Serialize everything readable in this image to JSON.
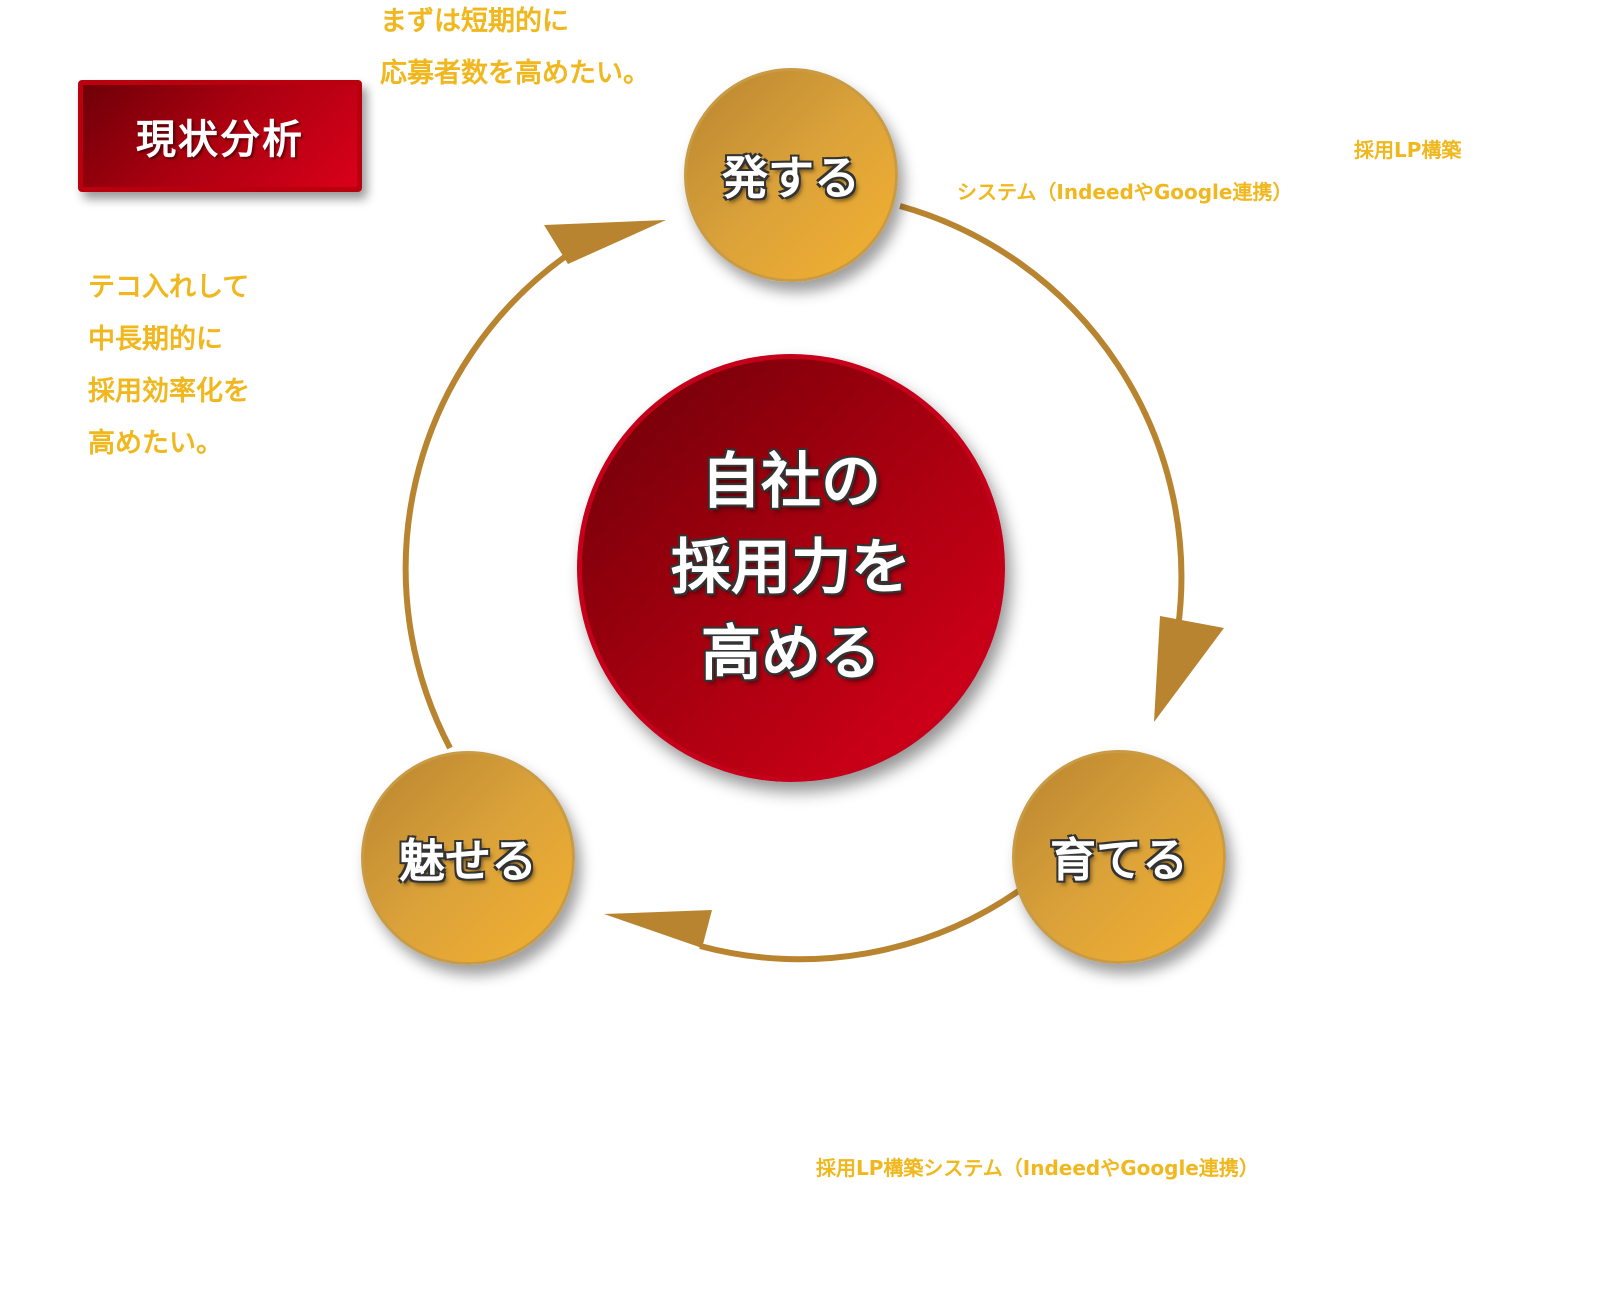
{
  "notes": {
    "top_center": [
      "まずは短期的に",
      "応募者数を高めたい。"
    ],
    "left": [
      "テコ入れして",
      "中長期的に",
      "採用効率化を",
      "高めたい。"
    ],
    "right_top": "採用LP構築",
    "right_system": "システム（IndeedやGoogle連携）",
    "bottom": "採用LP構築システム（IndeedやGoogle連携）"
  },
  "tag": {
    "label": "現状分析"
  },
  "center": {
    "lines": [
      "自社の",
      "採用力を",
      "高める"
    ]
  },
  "nodes": {
    "top": "発する",
    "right": "育てる",
    "left": "魅せる"
  },
  "colors": {
    "note_text": "#f0b81e",
    "arrow": "#b8842f",
    "red_dark": "#6a0008",
    "red_light": "#dc001b",
    "gold_dark": "#b8842f",
    "gold_light": "#f4b12f"
  }
}
